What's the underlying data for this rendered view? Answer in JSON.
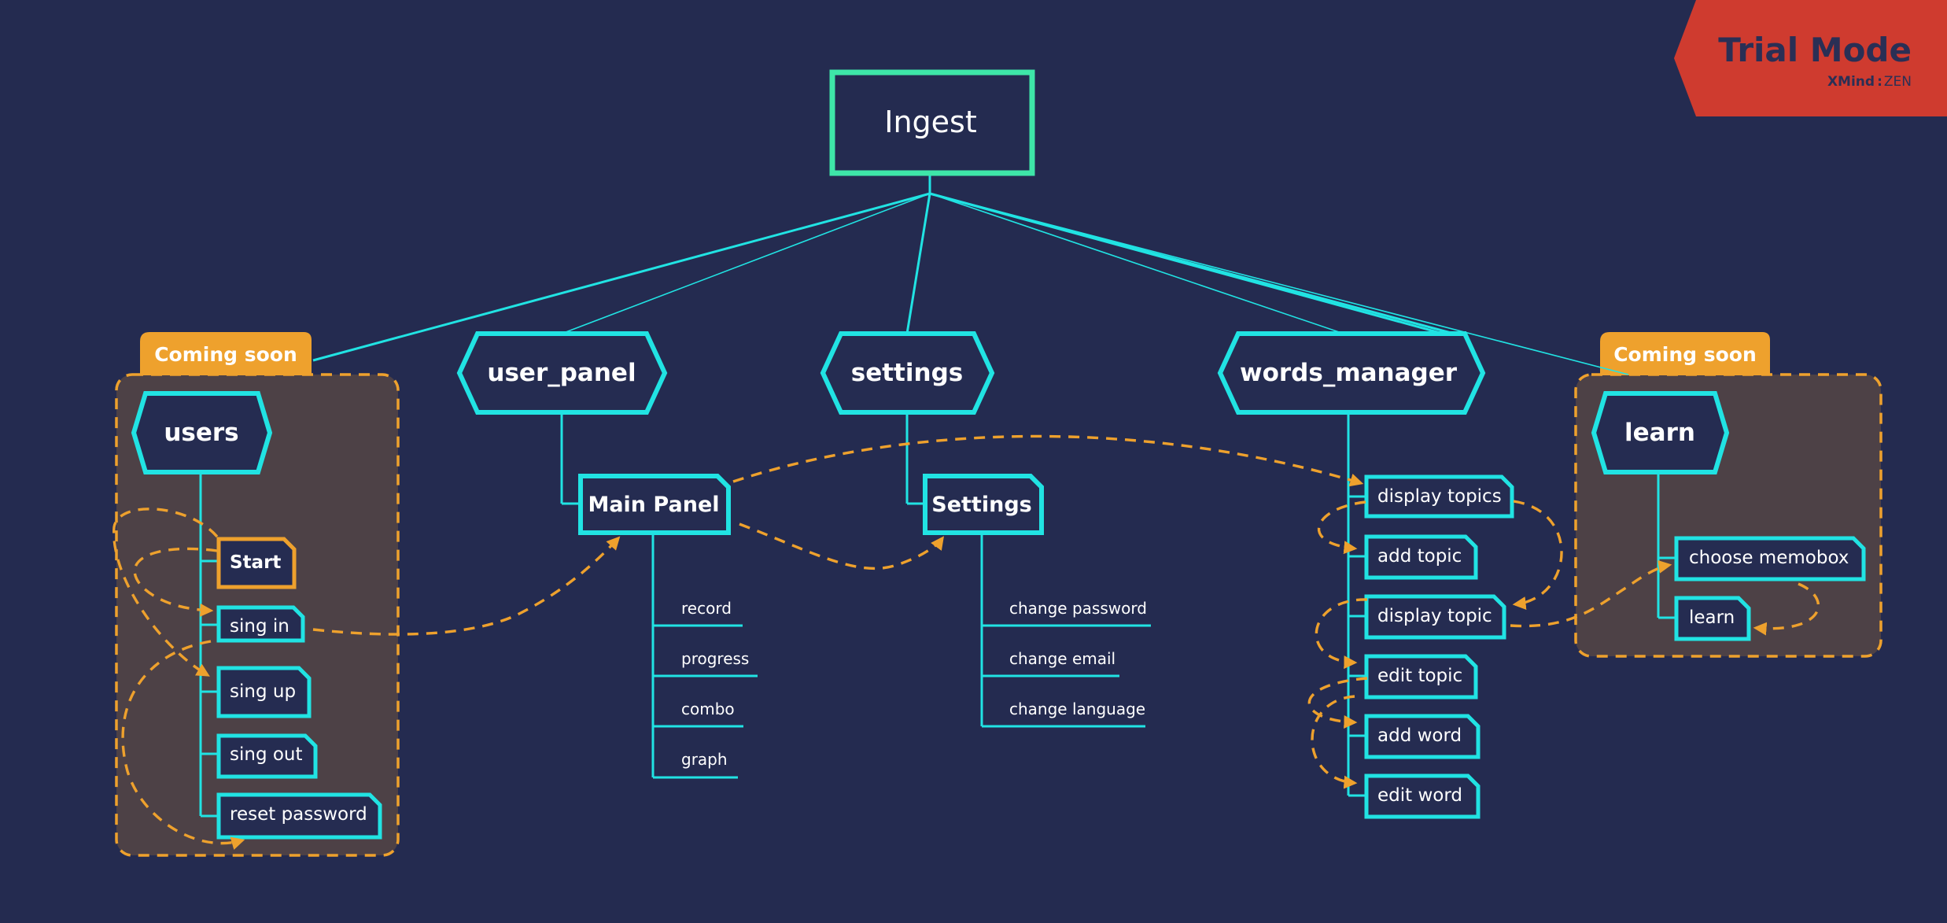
{
  "root": {
    "label": "Ingest"
  },
  "watermark": {
    "title": "Trial Mode",
    "brand": "XMind",
    "edition": "ZEN"
  },
  "colors": {
    "background": "#242b50",
    "connector": "#21e3e3",
    "root_border": "#3ee6a8",
    "relationship": "#eea12d",
    "boundary_fill": "#4d4146",
    "watermark": "#cf3b2f"
  },
  "branches": {
    "users": {
      "label": "users",
      "boundary_label": "Coming soon",
      "start": "Start",
      "items": [
        "sing in",
        "sing up",
        "sing out",
        "reset password"
      ]
    },
    "user_panel": {
      "label": "user_panel",
      "panel": "Main Panel",
      "items": [
        "record",
        "progress",
        "combo",
        "graph"
      ]
    },
    "settings": {
      "label": "settings",
      "panel": "Settings",
      "items": [
        "change password",
        "change email",
        "change language"
      ]
    },
    "words_manager": {
      "label": "words_manager",
      "items": [
        "display topics",
        "add topic",
        "display topic",
        "edit topic",
        "add word",
        "edit word"
      ]
    },
    "learn": {
      "label": "learn",
      "boundary_label": "Coming soon",
      "items": [
        "choose memobox",
        "learn"
      ]
    }
  }
}
